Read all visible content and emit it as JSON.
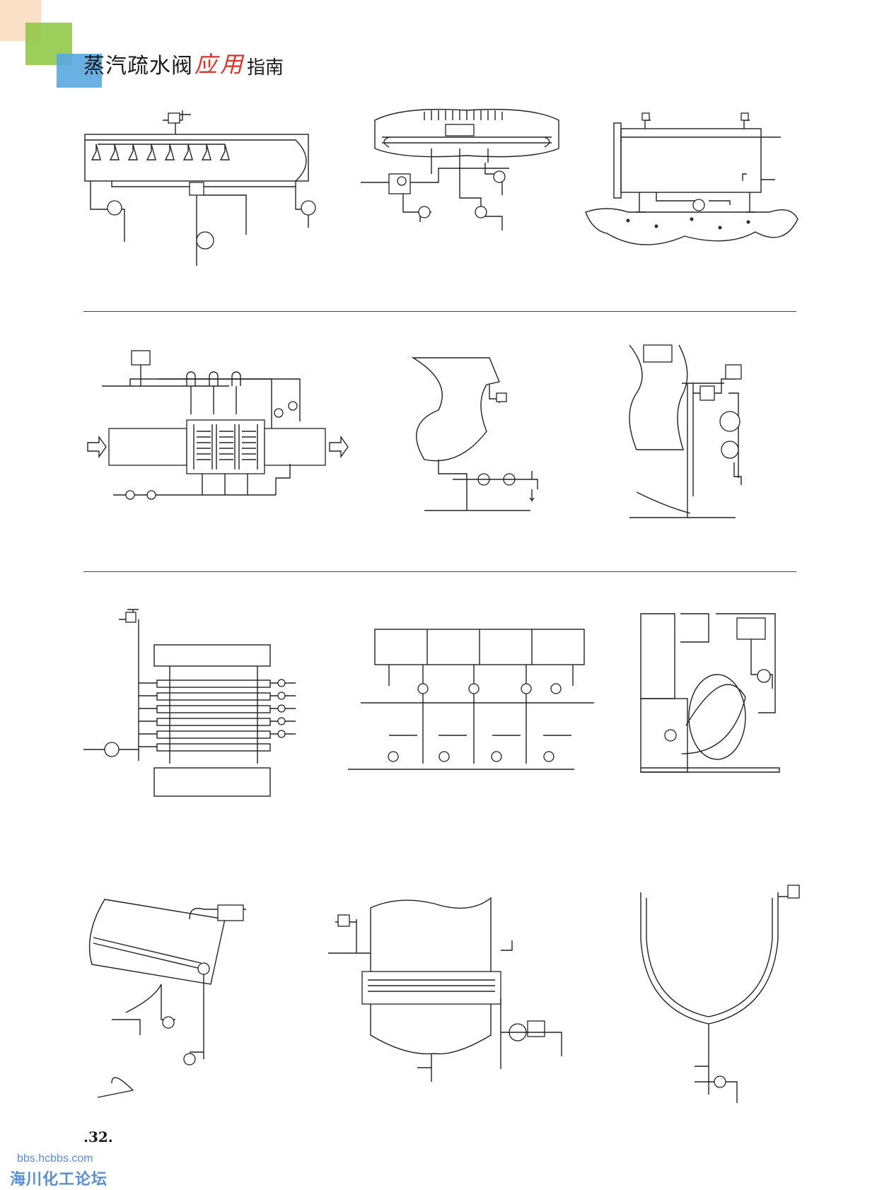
{
  "header": {
    "title_main": "蒸汽疏水阀",
    "title_highlight_1": "应",
    "title_highlight_2": "用",
    "title_tail": "指南"
  },
  "page_number": ".32.",
  "watermark": {
    "url": "bbs.hcbbs.com",
    "name": "海川化工论坛"
  },
  "colors": {
    "accent_green": "#8cc63f",
    "accent_blue": "#5aa7e0",
    "accent_peach": "#f6c9a4",
    "highlight_red": "#d8322a",
    "line": "#222222"
  }
}
